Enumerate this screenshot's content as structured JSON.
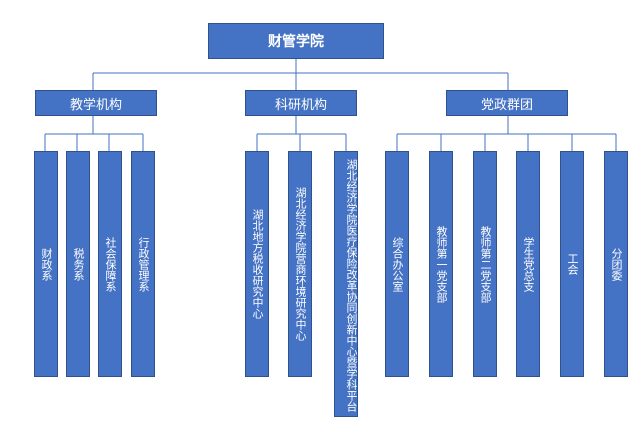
{
  "colors": {
    "box_fill": "#4472C4",
    "box_border": "#2F528F",
    "line": "#4472C4",
    "text": "#FFFFFF"
  },
  "root": {
    "label": "财管学院"
  },
  "groups": [
    {
      "label": "教学机构",
      "children": [
        "财政系",
        "税务系",
        "社会保障系",
        "行政管理系"
      ]
    },
    {
      "label": "科研机构",
      "children": [
        "湖北地方税收研究中心",
        "湖北经济学院营商环境研究中心",
        "湖北经济学院医疗保险改革协同创新中心暨学科平台"
      ]
    },
    {
      "label": "党政群团",
      "children": [
        "综合办公室",
        "教师第一党支部",
        "教师第二党支部",
        "学生党总支",
        "工会",
        "分团委"
      ]
    }
  ]
}
